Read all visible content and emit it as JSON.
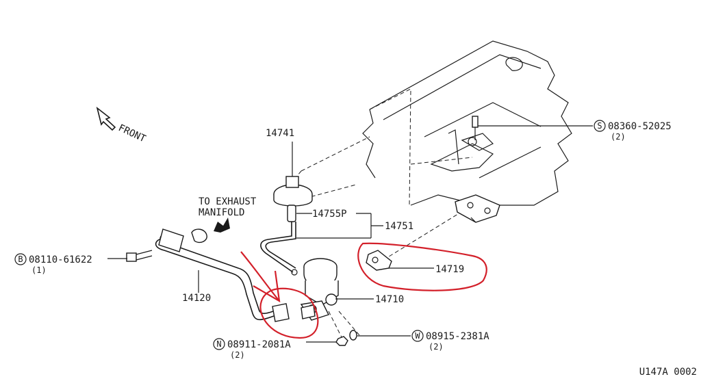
{
  "diagram": {
    "front_label": "FRONT",
    "exhaust_label": [
      "TO EXHAUST",
      "MANIFOLD"
    ],
    "figure_code": "U147A 0002",
    "parts": {
      "p14741": "14741",
      "p14755p": "14755P",
      "p14751": "14751",
      "p14719": "14719",
      "p14710": "14710",
      "p14120": "14120"
    },
    "fasteners": {
      "s": {
        "prefix": "S",
        "number": "08360-52025",
        "qty": "(2)"
      },
      "b": {
        "prefix": "B",
        "number": "08110-61622",
        "qty": "(1)"
      },
      "n": {
        "prefix": "N",
        "number": "08911-2081A",
        "qty": "(2)"
      },
      "w": {
        "prefix": "W",
        "number": "08915-2381A",
        "qty": "(2)"
      }
    },
    "colors": {
      "ink": "#1a1a1a",
      "annotation": "#d3202a"
    }
  }
}
